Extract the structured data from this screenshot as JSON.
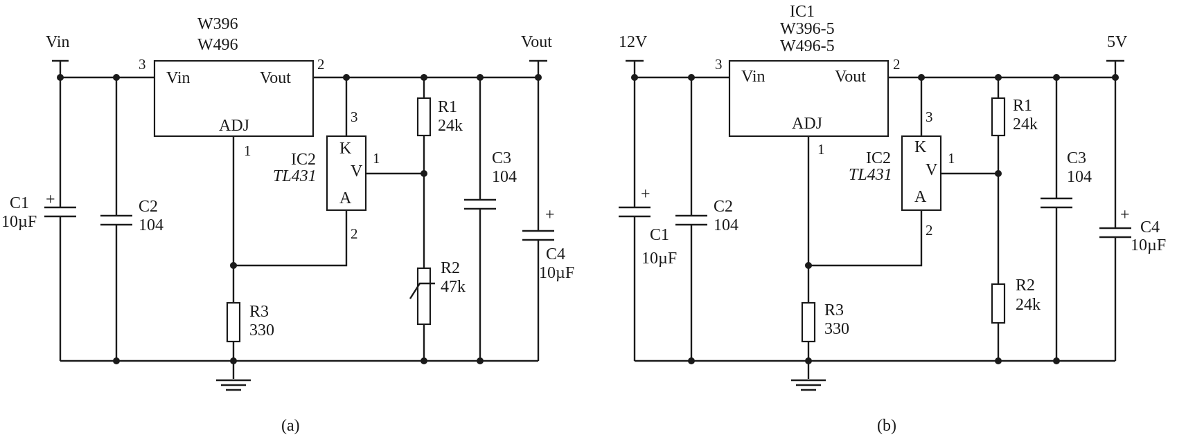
{
  "diagram_a": {
    "caption": "(a)",
    "vin_label": "Vin",
    "vout_label": "Vout",
    "regulator": {
      "part1": "W396",
      "part2": "W496",
      "pin_in": "Vin",
      "pin_out": "Vout",
      "pin_adj": "ADJ",
      "pin_num_in": "3",
      "pin_num_out": "2",
      "pin_num_adj": "1"
    },
    "ic2": {
      "name": "IC2",
      "part": "TL431",
      "k": "K",
      "v": "V",
      "a": "A",
      "pin_k": "3",
      "pin_v": "1",
      "pin_a": "2"
    },
    "c1": {
      "name": "C1",
      "value": "10µF",
      "polarity": "+"
    },
    "c2": {
      "name": "C2",
      "value": "104"
    },
    "c3": {
      "name": "C3",
      "value": "104"
    },
    "c4": {
      "name": "C4",
      "value": "10µF",
      "polarity": "+"
    },
    "r1": {
      "name": "R1",
      "value": "24k"
    },
    "r2": {
      "name": "R2",
      "value": "47k"
    },
    "r3": {
      "name": "R3",
      "value": "330"
    }
  },
  "diagram_b": {
    "caption": "(b)",
    "vin_label": "12V",
    "vout_label": "5V",
    "regulator": {
      "name": "IC1",
      "part1": "W396-5",
      "part2": "W496-5",
      "pin_in": "Vin",
      "pin_out": "Vout",
      "pin_adj": "ADJ",
      "pin_num_in": "3",
      "pin_num_out": "2",
      "pin_num_adj": "1"
    },
    "ic2": {
      "name": "IC2",
      "part": "TL431",
      "k": "K",
      "v": "V",
      "a": "A",
      "pin_k": "3",
      "pin_v": "1",
      "pin_a": "2"
    },
    "c1": {
      "name": "C1",
      "value": "10µF",
      "polarity": "+"
    },
    "c2": {
      "name": "C2",
      "value": "104"
    },
    "c3": {
      "name": "C3",
      "value": "104"
    },
    "c4": {
      "name": "C4",
      "value": "10µF",
      "polarity": "+"
    },
    "r1": {
      "name": "R1",
      "value": "24k"
    },
    "r2": {
      "name": "R2",
      "value": "24k"
    },
    "r3": {
      "name": "R3",
      "value": "330"
    }
  }
}
